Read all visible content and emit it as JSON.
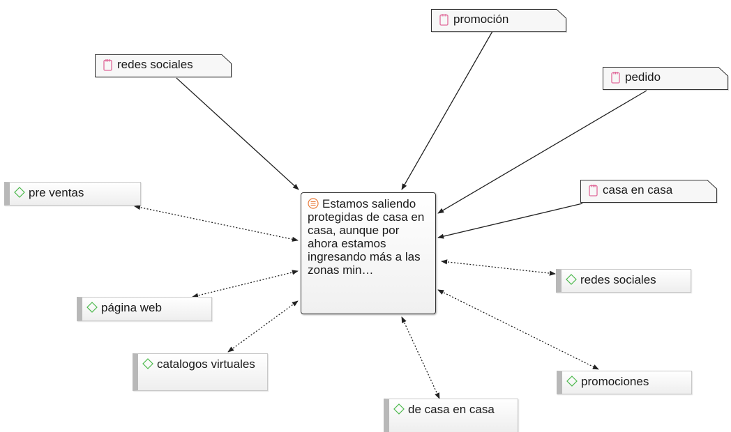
{
  "colors": {
    "code_icon": "#e06a9a",
    "memo_diamond": "#4cb94c",
    "quote_icon": "#e87b3b",
    "edge": "#222222"
  },
  "quotation": {
    "icon": "quotation-icon",
    "text": "Estamos saliendo protegidas de casa en casa, aunque por ahora estamos ingresando más a las zonas min…"
  },
  "codes": [
    {
      "id": "code-redes-sociales",
      "icon": "code-icon",
      "label": "redes sociales"
    },
    {
      "id": "code-promocion",
      "icon": "code-icon",
      "label": "promoción"
    },
    {
      "id": "code-pedido",
      "icon": "code-icon",
      "label": "pedido"
    },
    {
      "id": "code-casa-en-casa",
      "icon": "code-icon",
      "label": "casa en casa"
    }
  ],
  "memos": [
    {
      "id": "memo-pre-ventas",
      "icon": "diamond-icon",
      "label": "pre ventas"
    },
    {
      "id": "memo-pagina-web",
      "icon": "diamond-icon",
      "label": "página web"
    },
    {
      "id": "memo-catalogos-virtuales",
      "icon": "diamond-icon",
      "label": "catalogos virtuales"
    },
    {
      "id": "memo-de-casa-en-casa",
      "icon": "diamond-icon",
      "label": "de casa en casa"
    },
    {
      "id": "memo-promociones",
      "icon": "diamond-icon",
      "label": "promociones"
    },
    {
      "id": "memo-redes-sociales",
      "icon": "diamond-icon",
      "label": "redes sociales"
    }
  ]
}
